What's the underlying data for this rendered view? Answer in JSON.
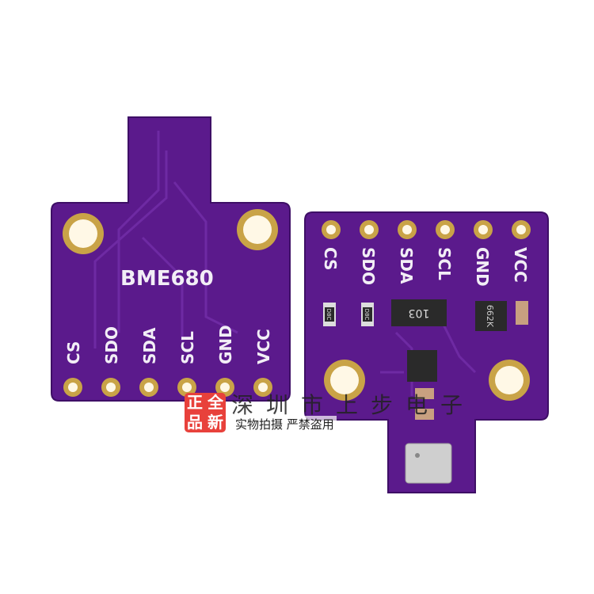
{
  "left_board": {
    "title": "BME680",
    "pins": [
      "CS",
      "SDO",
      "SDA",
      "SCL",
      "GND",
      "VCC"
    ]
  },
  "right_board": {
    "pins": [
      "CS",
      "SDO",
      "SDA",
      "SCL",
      "GND",
      "VCC"
    ],
    "resistor_array_marking": "103",
    "regulator_marking": "662K",
    "resistor_markings": [
      "D8C",
      "D8C"
    ]
  },
  "colors": {
    "pcb": "#5b1a8c",
    "pad": "#c9a347",
    "silkscreen": "#f2eef6"
  },
  "watermark": {
    "logo": [
      "正",
      "全",
      "品",
      "新"
    ],
    "company": "深圳市上步电子",
    "note": "实物拍摄 严禁盗用"
  }
}
